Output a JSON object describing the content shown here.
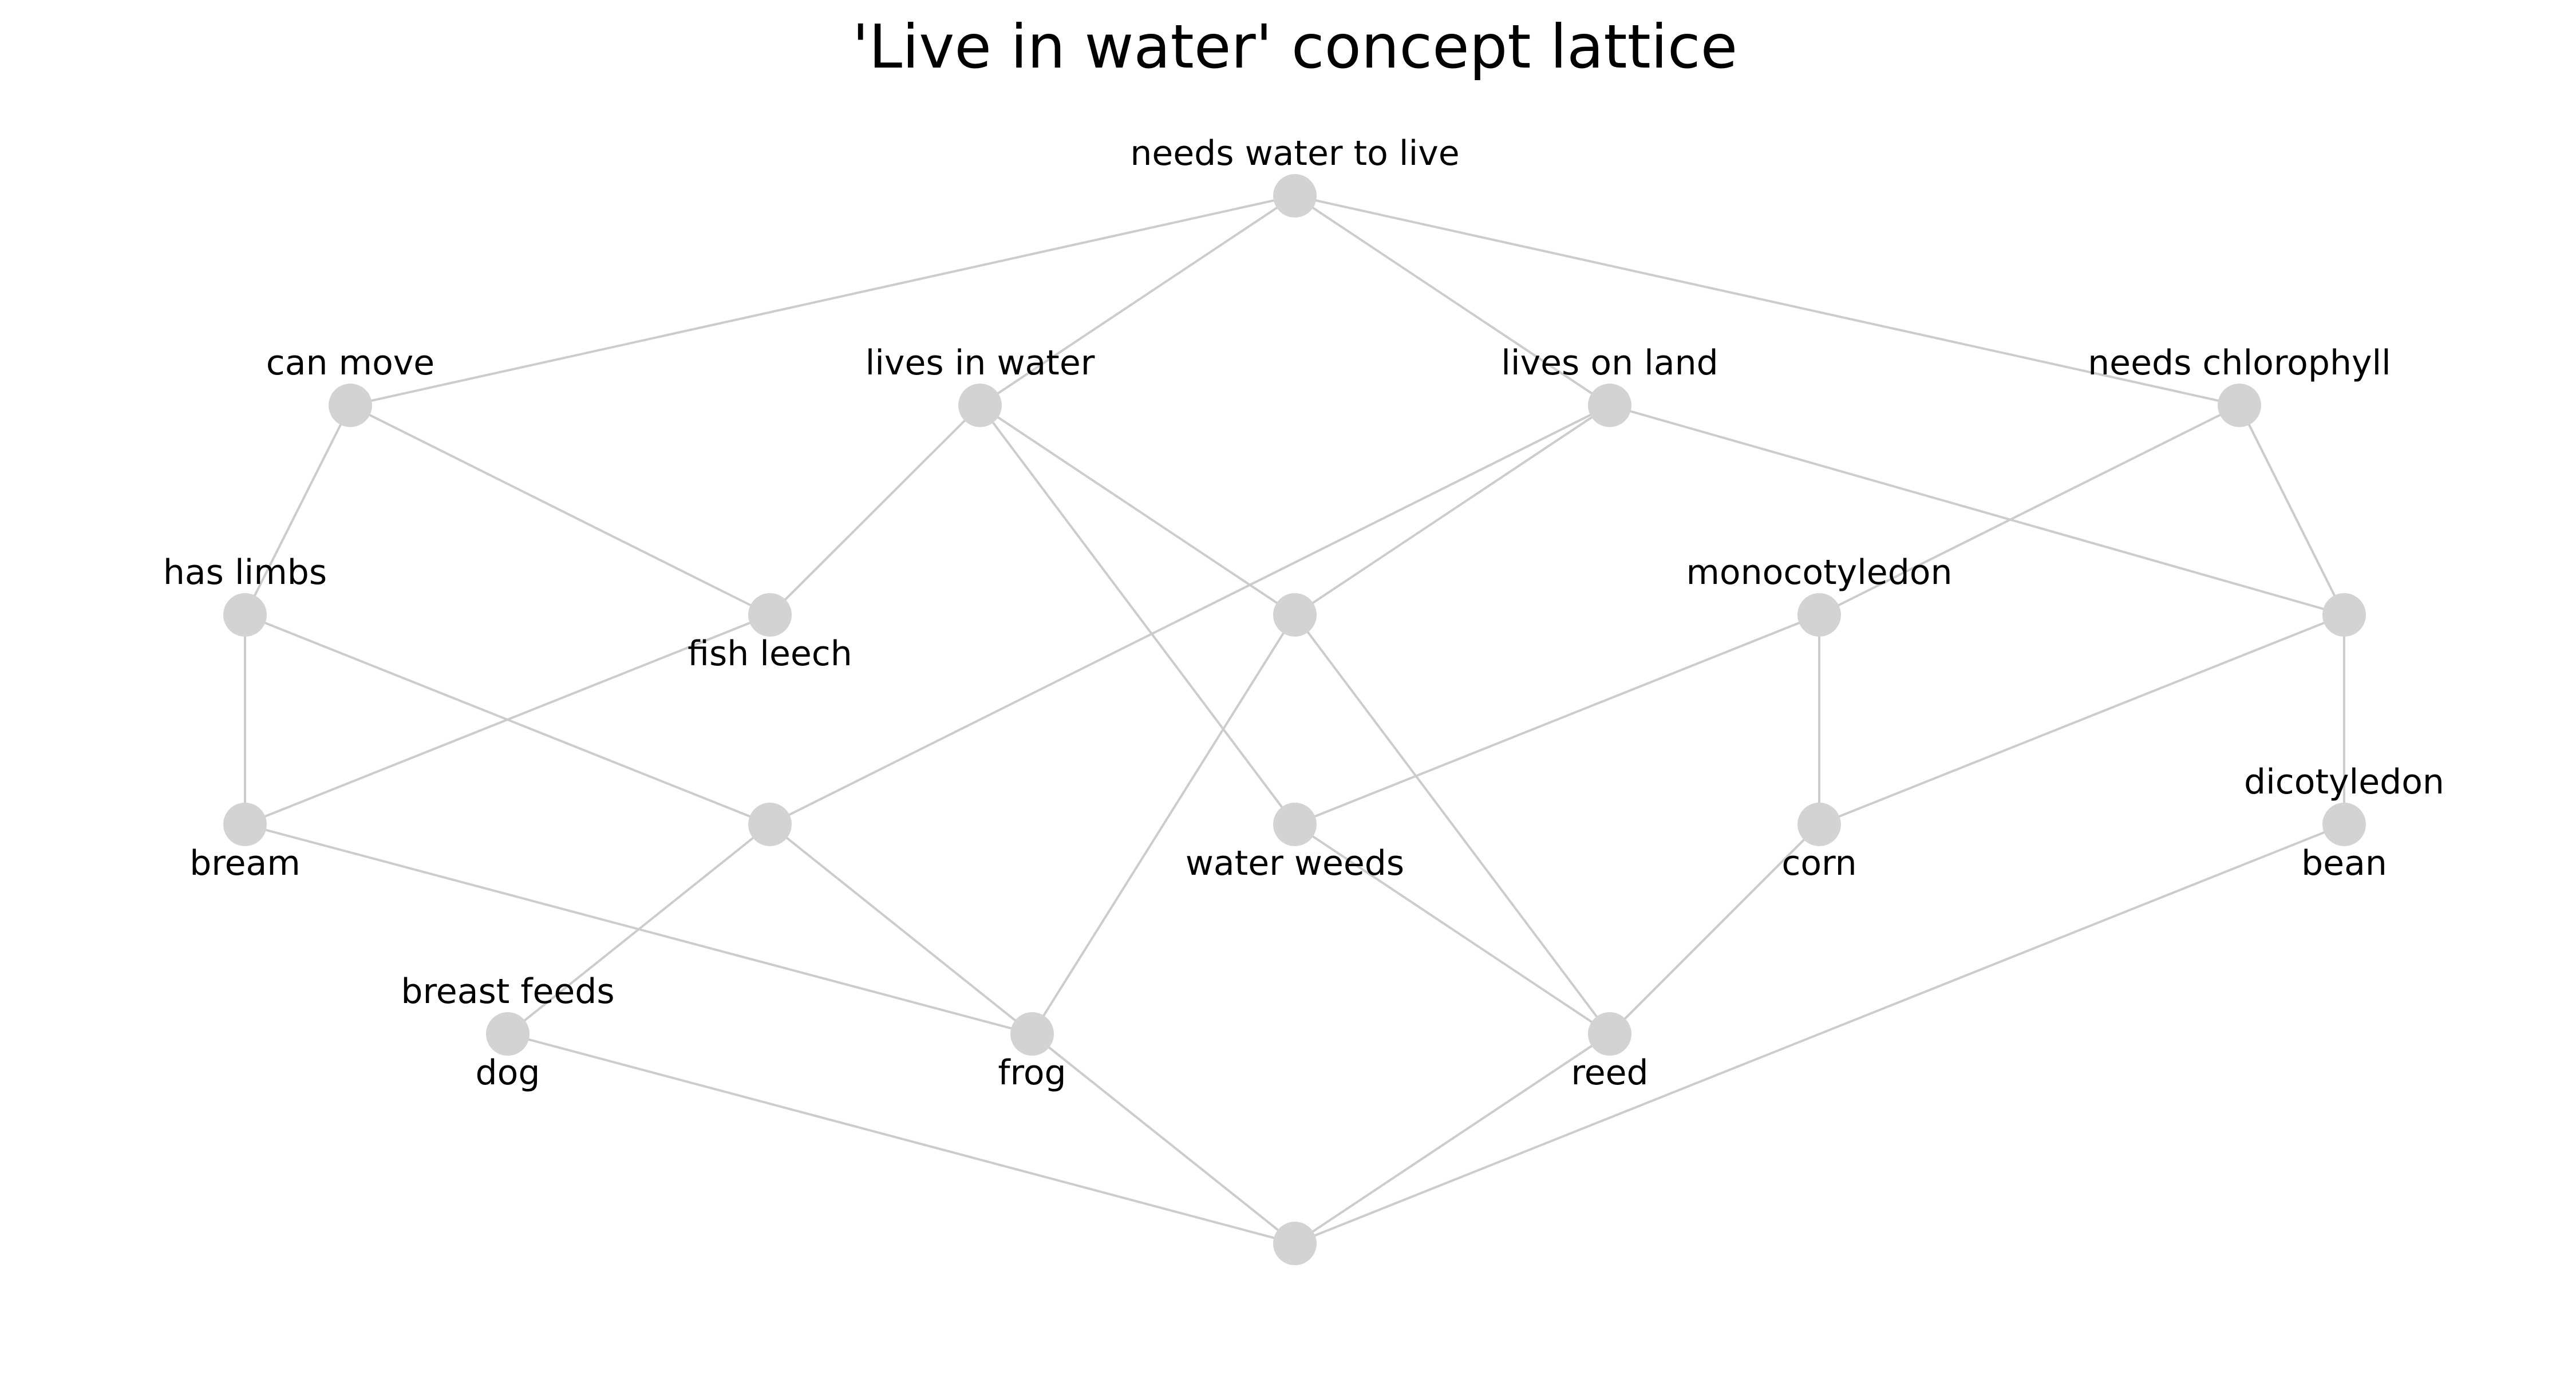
{
  "title": "'Live in water' concept lattice",
  "colors": {
    "node_fill": "#d3d3d3",
    "edge_stroke": "#cccccc",
    "text": "#000000",
    "background": "#ffffff"
  },
  "nodes": [
    {
      "id": "top",
      "above": "needs water to live",
      "below": ""
    },
    {
      "id": "can-move",
      "above": "can move",
      "below": ""
    },
    {
      "id": "lives-in-water",
      "above": "lives in water",
      "below": ""
    },
    {
      "id": "lives-on-land",
      "above": "lives on land",
      "below": ""
    },
    {
      "id": "needs-chlorophyll",
      "above": "needs chlorophyll",
      "below": ""
    },
    {
      "id": "has-limbs",
      "above": "has limbs",
      "below": ""
    },
    {
      "id": "fish-leech",
      "above": "",
      "below": "fish leech"
    },
    {
      "id": "water-land-mid",
      "above": "",
      "below": ""
    },
    {
      "id": "monocotyledon",
      "above": "monocotyledon",
      "below": ""
    },
    {
      "id": "land-chlorophyll",
      "above": "",
      "below": ""
    },
    {
      "id": "bream",
      "above": "",
      "below": "bream"
    },
    {
      "id": "limbs-land",
      "above": "",
      "below": ""
    },
    {
      "id": "water-weeds",
      "above": "",
      "below": "water weeds"
    },
    {
      "id": "corn",
      "above": "",
      "below": "corn"
    },
    {
      "id": "dicotyledon",
      "above": "dicotyledon",
      "below": "bean"
    },
    {
      "id": "dog",
      "above": "breast feeds",
      "below": "dog"
    },
    {
      "id": "frog",
      "above": "",
      "below": "frog"
    },
    {
      "id": "reed",
      "above": "",
      "below": "reed"
    },
    {
      "id": "bottom",
      "above": "",
      "below": ""
    }
  ],
  "edges": [
    [
      "top",
      "can-move"
    ],
    [
      "top",
      "lives-in-water"
    ],
    [
      "top",
      "lives-on-land"
    ],
    [
      "top",
      "needs-chlorophyll"
    ],
    [
      "can-move",
      "has-limbs"
    ],
    [
      "can-move",
      "fish-leech"
    ],
    [
      "lives-in-water",
      "fish-leech"
    ],
    [
      "lives-in-water",
      "water-land-mid"
    ],
    [
      "lives-in-water",
      "water-weeds"
    ],
    [
      "lives-on-land",
      "water-land-mid"
    ],
    [
      "lives-on-land",
      "limbs-land"
    ],
    [
      "lives-on-land",
      "land-chlorophyll"
    ],
    [
      "needs-chlorophyll",
      "monocotyledon"
    ],
    [
      "needs-chlorophyll",
      "land-chlorophyll"
    ],
    [
      "has-limbs",
      "bream"
    ],
    [
      "has-limbs",
      "limbs-land"
    ],
    [
      "fish-leech",
      "bream"
    ],
    [
      "water-land-mid",
      "frog"
    ],
    [
      "water-land-mid",
      "reed"
    ],
    [
      "monocotyledon",
      "water-weeds"
    ],
    [
      "monocotyledon",
      "corn"
    ],
    [
      "land-chlorophyll",
      "corn"
    ],
    [
      "land-chlorophyll",
      "dicotyledon"
    ],
    [
      "bream",
      "frog"
    ],
    [
      "limbs-land",
      "dog"
    ],
    [
      "limbs-land",
      "frog"
    ],
    [
      "water-weeds",
      "reed"
    ],
    [
      "corn",
      "reed"
    ],
    [
      "dicotyledon",
      "bottom"
    ],
    [
      "dog",
      "bottom"
    ],
    [
      "frog",
      "bottom"
    ],
    [
      "reed",
      "bottom"
    ]
  ]
}
